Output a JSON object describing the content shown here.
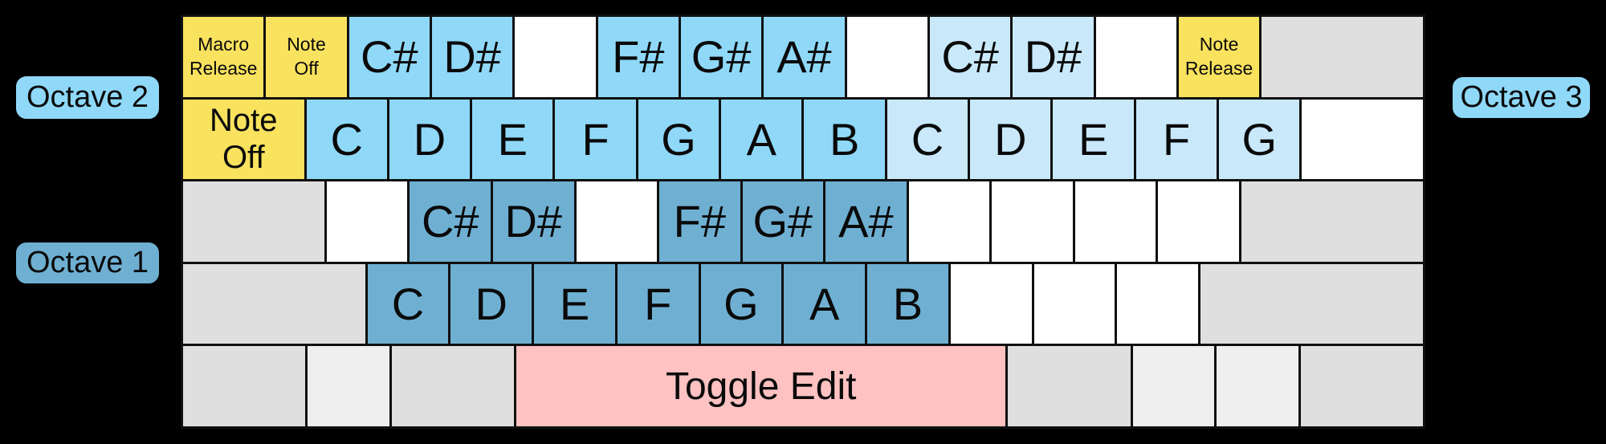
{
  "palette": {
    "background": "#000000",
    "key_border": "#101010",
    "key_text": "#0a0a0a",
    "yellow": "#f8e25e",
    "oct1": "#6fb0d2",
    "oct2": "#8fd8f8",
    "oct3": "#c9e9fb",
    "white": "#ffffff",
    "gray": "#dfdfdf",
    "graylight": "#efefef",
    "pink": "#ffc2c2"
  },
  "labels": {
    "octave1": "Octave 1",
    "octave2": "Octave 2",
    "octave3": "Octave 3"
  },
  "keyboard": {
    "rows": [
      {
        "keys": [
          {
            "label": "Macro\nRelease",
            "color": "yellow",
            "w": 1,
            "size": "small",
            "name": "key-macro-release"
          },
          {
            "label": "Note\nOff",
            "color": "yellow",
            "w": 1,
            "size": "small",
            "name": "key-note-off-secondary"
          },
          {
            "label": "C#",
            "color": "oct2",
            "w": 1,
            "size": "note",
            "name": "key-c-sharp-octave2"
          },
          {
            "label": "D#",
            "color": "oct2",
            "w": 1,
            "size": "note",
            "name": "key-d-sharp-octave2"
          },
          {
            "label": "",
            "color": "white",
            "w": 1,
            "size": "note",
            "name": "key-unassigned-white"
          },
          {
            "label": "F#",
            "color": "oct2",
            "w": 1,
            "size": "note",
            "name": "key-f-sharp-octave2"
          },
          {
            "label": "G#",
            "color": "oct2",
            "w": 1,
            "size": "note",
            "name": "key-g-sharp-octave2"
          },
          {
            "label": "A#",
            "color": "oct2",
            "w": 1,
            "size": "note",
            "name": "key-a-sharp-octave2"
          },
          {
            "label": "",
            "color": "white",
            "w": 1,
            "size": "note",
            "name": "key-unassigned-white"
          },
          {
            "label": "C#",
            "color": "oct3",
            "w": 1,
            "size": "note",
            "name": "key-c-sharp-octave3"
          },
          {
            "label": "D#",
            "color": "oct3",
            "w": 1,
            "size": "note",
            "name": "key-d-sharp-octave3"
          },
          {
            "label": "",
            "color": "white",
            "w": 1,
            "size": "note",
            "name": "key-unassigned-white"
          },
          {
            "label": "Note\nRelease",
            "color": "yellow",
            "w": 1,
            "size": "small",
            "name": "key-note-release"
          },
          {
            "label": "",
            "color": "gray",
            "w": 2,
            "size": "note",
            "name": "key-unassigned-gray"
          }
        ]
      },
      {
        "keys": [
          {
            "label": "Note\nOff",
            "color": "yellow",
            "w": 1.5,
            "size": "med",
            "name": "key-note-off"
          },
          {
            "label": "C",
            "color": "oct2",
            "w": 1,
            "size": "note",
            "name": "key-c-octave2"
          },
          {
            "label": "D",
            "color": "oct2",
            "w": 1,
            "size": "note",
            "name": "key-d-octave2"
          },
          {
            "label": "E",
            "color": "oct2",
            "w": 1,
            "size": "note",
            "name": "key-e-octave2"
          },
          {
            "label": "F",
            "color": "oct2",
            "w": 1,
            "size": "note",
            "name": "key-f-octave2"
          },
          {
            "label": "G",
            "color": "oct2",
            "w": 1,
            "size": "note",
            "name": "key-g-octave2"
          },
          {
            "label": "A",
            "color": "oct2",
            "w": 1,
            "size": "note",
            "name": "key-a-octave2"
          },
          {
            "label": "B",
            "color": "oct2",
            "w": 1,
            "size": "note",
            "name": "key-b-octave2"
          },
          {
            "label": "C",
            "color": "oct3",
            "w": 1,
            "size": "note",
            "name": "key-c-octave3"
          },
          {
            "label": "D",
            "color": "oct3",
            "w": 1,
            "size": "note",
            "name": "key-d-octave3"
          },
          {
            "label": "E",
            "color": "oct3",
            "w": 1,
            "size": "note",
            "name": "key-e-octave3"
          },
          {
            "label": "F",
            "color": "oct3",
            "w": 1,
            "size": "note",
            "name": "key-f-octave3"
          },
          {
            "label": "G",
            "color": "oct3",
            "w": 1,
            "size": "note",
            "name": "key-g-octave3"
          },
          {
            "label": "",
            "color": "white",
            "w": 1.5,
            "size": "note",
            "name": "key-unassigned-white"
          }
        ]
      },
      {
        "keys": [
          {
            "label": "",
            "color": "gray",
            "w": 1.75,
            "size": "note",
            "name": "key-unassigned-gray"
          },
          {
            "label": "",
            "color": "white",
            "w": 1,
            "size": "note",
            "name": "key-unassigned-white"
          },
          {
            "label": "C#",
            "color": "oct1",
            "w": 1,
            "size": "note",
            "name": "key-c-sharp-octave1"
          },
          {
            "label": "D#",
            "color": "oct1",
            "w": 1,
            "size": "note",
            "name": "key-d-sharp-octave1"
          },
          {
            "label": "",
            "color": "white",
            "w": 1,
            "size": "note",
            "name": "key-unassigned-white"
          },
          {
            "label": "F#",
            "color": "oct1",
            "w": 1,
            "size": "note",
            "name": "key-f-sharp-octave1"
          },
          {
            "label": "G#",
            "color": "oct1",
            "w": 1,
            "size": "note",
            "name": "key-g-sharp-octave1"
          },
          {
            "label": "A#",
            "color": "oct1",
            "w": 1,
            "size": "note",
            "name": "key-a-sharp-octave1"
          },
          {
            "label": "",
            "color": "white",
            "w": 1,
            "size": "note",
            "name": "key-unassigned-white"
          },
          {
            "label": "",
            "color": "white",
            "w": 1,
            "size": "note",
            "name": "key-unassigned-white"
          },
          {
            "label": "",
            "color": "white",
            "w": 1,
            "size": "note",
            "name": "key-unassigned-white"
          },
          {
            "label": "",
            "color": "white",
            "w": 1,
            "size": "note",
            "name": "key-unassigned-white"
          },
          {
            "label": "",
            "color": "gray",
            "w": 2.25,
            "size": "note",
            "name": "key-unassigned-gray"
          }
        ]
      },
      {
        "keys": [
          {
            "label": "",
            "color": "gray",
            "w": 2.25,
            "size": "note",
            "name": "key-unassigned-gray"
          },
          {
            "label": "C",
            "color": "oct1",
            "w": 1,
            "size": "note",
            "name": "key-c-octave1"
          },
          {
            "label": "D",
            "color": "oct1",
            "w": 1,
            "size": "note",
            "name": "key-d-octave1"
          },
          {
            "label": "E",
            "color": "oct1",
            "w": 1,
            "size": "note",
            "name": "key-e-octave1"
          },
          {
            "label": "F",
            "color": "oct1",
            "w": 1,
            "size": "note",
            "name": "key-f-octave1"
          },
          {
            "label": "G",
            "color": "oct1",
            "w": 1,
            "size": "note",
            "name": "key-g-octave1"
          },
          {
            "label": "A",
            "color": "oct1",
            "w": 1,
            "size": "note",
            "name": "key-a-octave1"
          },
          {
            "label": "B",
            "color": "oct1",
            "w": 1,
            "size": "note",
            "name": "key-b-octave1"
          },
          {
            "label": "",
            "color": "white",
            "w": 1,
            "size": "note",
            "name": "key-unassigned-white"
          },
          {
            "label": "",
            "color": "white",
            "w": 1,
            "size": "note",
            "name": "key-unassigned-white"
          },
          {
            "label": "",
            "color": "white",
            "w": 1,
            "size": "note",
            "name": "key-unassigned-white"
          },
          {
            "label": "",
            "color": "gray",
            "w": 2.75,
            "size": "note",
            "name": "key-unassigned-gray"
          }
        ]
      },
      {
        "keys": [
          {
            "label": "",
            "color": "gray",
            "w": 1.5,
            "size": "note",
            "name": "key-unassigned-gray"
          },
          {
            "label": "",
            "color": "graylight",
            "w": 1,
            "size": "note",
            "name": "key-unassigned-gray-light"
          },
          {
            "label": "",
            "color": "gray",
            "w": 1.5,
            "size": "note",
            "name": "key-unassigned-gray"
          },
          {
            "label": "Toggle Edit",
            "color": "pink",
            "w": 6,
            "size": "space",
            "name": "key-toggle-edit"
          },
          {
            "label": "",
            "color": "gray",
            "w": 1.5,
            "size": "note",
            "name": "key-unassigned-gray"
          },
          {
            "label": "",
            "color": "graylight",
            "w": 1,
            "size": "note",
            "name": "key-unassigned-gray-light"
          },
          {
            "label": "",
            "color": "graylight",
            "w": 1,
            "size": "note",
            "name": "key-unassigned-gray-light"
          },
          {
            "label": "",
            "color": "gray",
            "w": 1.5,
            "size": "note",
            "name": "key-unassigned-gray"
          }
        ]
      }
    ]
  }
}
